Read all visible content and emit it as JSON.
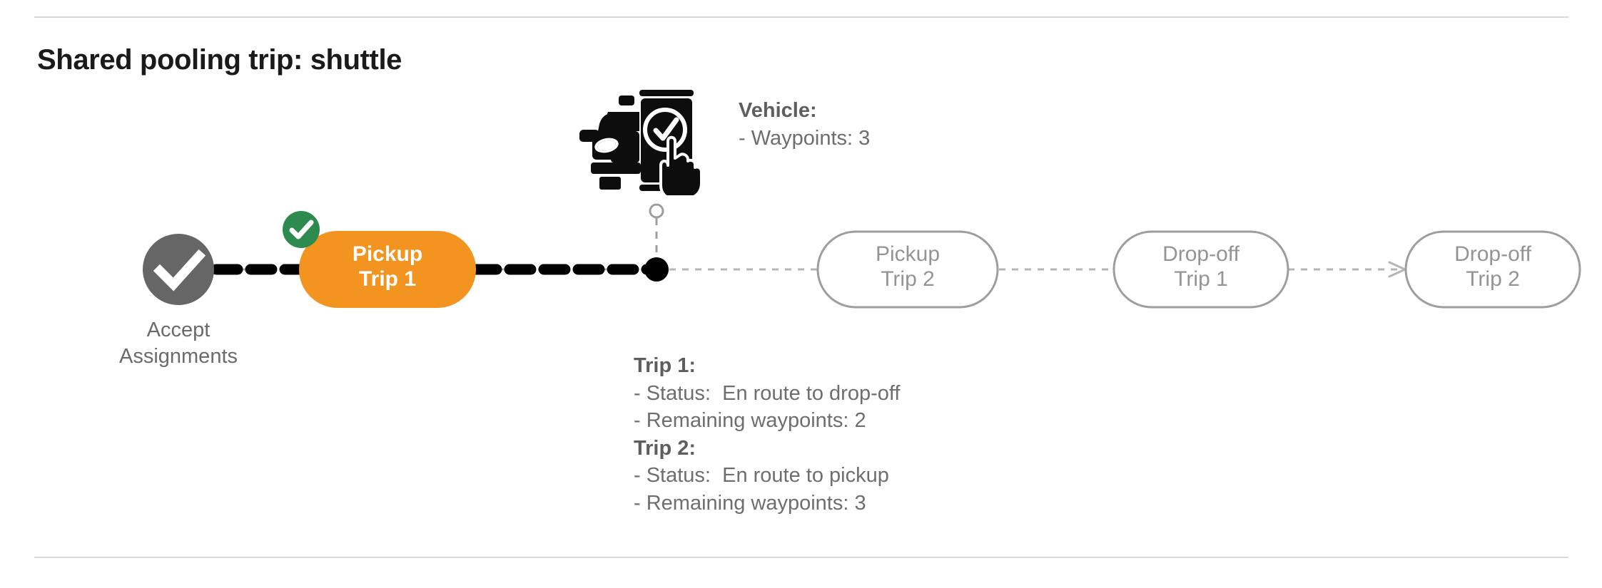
{
  "page": {
    "title": "Shared pooling trip: shuttle"
  },
  "colors": {
    "current_node": "#F2941F",
    "completed_badge": "#2E8B4F",
    "completed_circle": "#666666",
    "future_node_outline": "#9e9e9e",
    "future_node_text": "#949494",
    "completed_path": "#000000",
    "future_path": "#b5b5b5",
    "divider": "#d9d9d9",
    "body_text": "#6e6e6e"
  },
  "flow": {
    "start": {
      "name": "accept-assignments",
      "icon": "check-circle-icon",
      "caption_line1": "Accept",
      "caption_line2": "Assignments",
      "state": "completed"
    },
    "nodes": [
      {
        "name": "pickup-trip-1",
        "line1": "Pickup",
        "line2": "Trip 1",
        "state": "current",
        "badge": "check-badge-icon"
      },
      {
        "name": "pickup-trip-2",
        "line1": "Pickup",
        "line2": "Trip 2",
        "state": "future",
        "badge": null
      },
      {
        "name": "dropoff-trip-1",
        "line1": "Drop-off",
        "line2": "Trip 1",
        "state": "future",
        "badge": null
      },
      {
        "name": "dropoff-trip-2",
        "line1": "Drop-off",
        "line2": "Trip 2",
        "state": "future",
        "badge": null
      }
    ],
    "vehicle_marker": {
      "name": "vehicle-position-marker",
      "icon": "vehicle-app-check-icon"
    }
  },
  "vehicle_info": {
    "heading": "Vehicle:",
    "lines": [
      "- Waypoints: 3"
    ]
  },
  "trip_info": [
    {
      "heading": "Trip 1:",
      "lines": [
        "- Status:  En route to drop-off",
        "- Remaining waypoints: 2"
      ]
    },
    {
      "heading": "Trip 2:",
      "lines": [
        "- Status:  En route to pickup",
        "- Remaining waypoints: 3"
      ]
    }
  ]
}
